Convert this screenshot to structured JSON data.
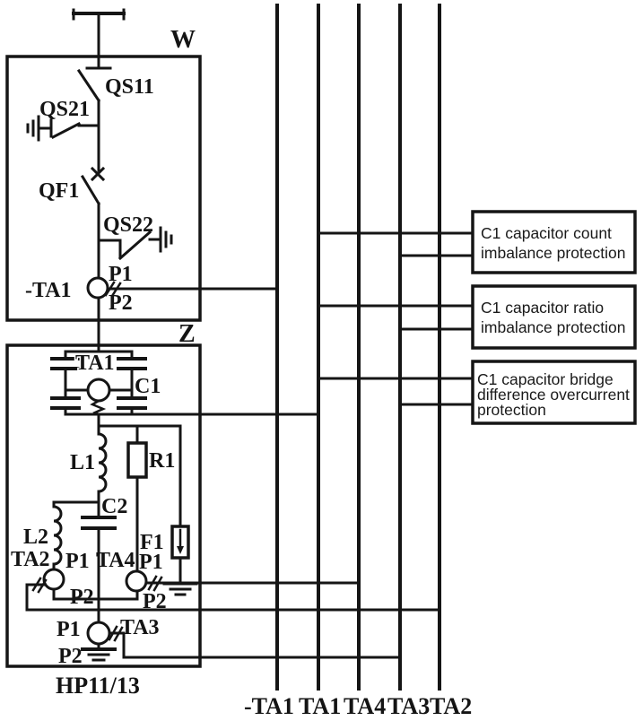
{
  "labels": {
    "w": "W",
    "z": "Z",
    "qs11": "QS11",
    "qs21": "QS21",
    "qf1": "QF1",
    "qs22": "QS22",
    "neg_ta1": "-TA1",
    "bridge_ta1": "TA1",
    "c1": "C1",
    "l1": "L1",
    "r1": "R1",
    "c2": "C2",
    "l2": "L2",
    "f1": "F1",
    "ta2": "TA2",
    "ta4": "TA4",
    "ta3": "TA3",
    "p1": "P1",
    "p2": "P2",
    "filter": "HP11/13"
  },
  "bus_labels": [
    "-TA1",
    "TA1",
    "TA4",
    "TA3",
    "TA2"
  ],
  "protection_boxes": [
    {
      "lines": [
        "C1 capacitor count",
        "imbalance protection",
        ""
      ]
    },
    {
      "lines": [
        "C1 capacitor ratio",
        "imbalance protection",
        ""
      ]
    },
    {
      "lines": [
        "C1 capacitor bridge",
        "difference overcurrent",
        "protection"
      ]
    }
  ]
}
